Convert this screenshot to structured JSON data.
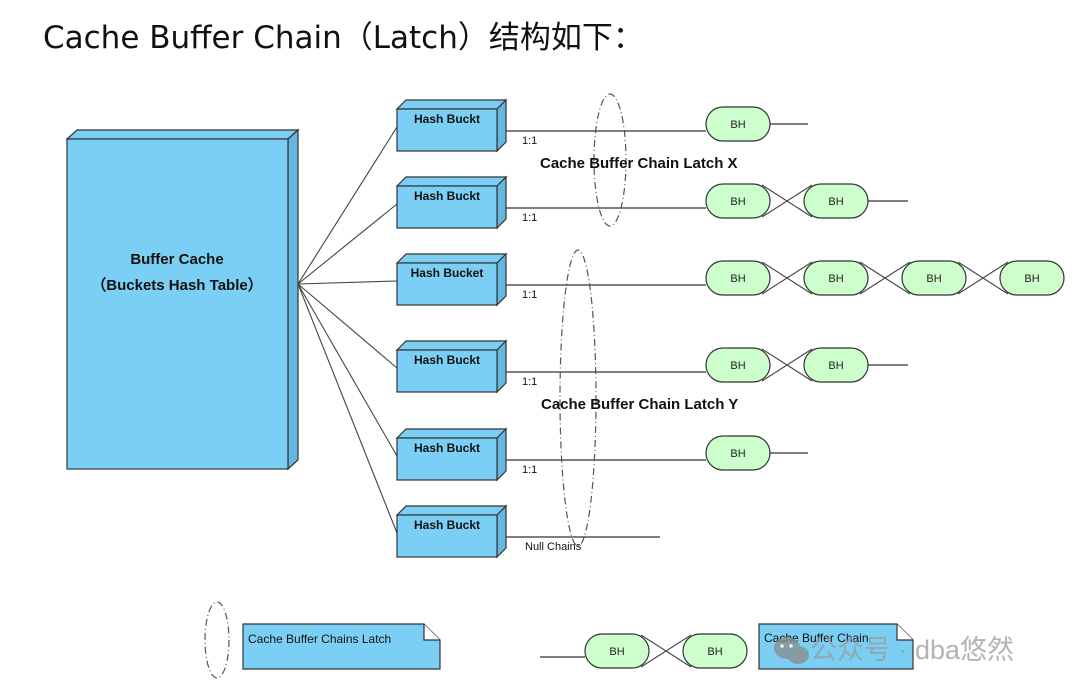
{
  "title": "Cache Buffer Chain（Latch）结构如下：",
  "colors": {
    "box_fill": "#7ccff4",
    "box_side": "#64b8e0",
    "bh_fill": "#ccffcc",
    "stroke": "#333333",
    "watermark": "#9a9a9a"
  },
  "buffer_cache": {
    "line1": "Buffer Cache",
    "line2": "（Buckets Hash Table）"
  },
  "buckets": [
    {
      "label": "Hash Buckt",
      "ratio": "1:1",
      "bh_count": 1
    },
    {
      "label": "Hash Buckt",
      "ratio": "1:1",
      "bh_count": 2
    },
    {
      "label": "Hash Bucket",
      "ratio": "1:1",
      "bh_count": 4
    },
    {
      "label": "Hash Buckt",
      "ratio": "1:1",
      "bh_count": 2
    },
    {
      "label": "Hash Buckt",
      "ratio": "1:1",
      "bh_count": 1
    },
    {
      "label": "Hash Buckt",
      "ratio": "Null Chains",
      "bh_count": 0
    }
  ],
  "bh_label": "BH",
  "latches": [
    {
      "label": "Cache Buffer Chain Latch X",
      "covers_buckets": [
        1,
        2
      ]
    },
    {
      "label": "Cache Buffer Chain Latch Y",
      "covers_buckets": [
        3,
        4,
        5,
        6
      ]
    }
  ],
  "legend": {
    "latch_note": "Cache Buffer Chains Latch",
    "chain_note": "Cache Buffer Chain"
  },
  "watermark": {
    "prefix": "公众号 · ",
    "name": "dba悠然"
  }
}
